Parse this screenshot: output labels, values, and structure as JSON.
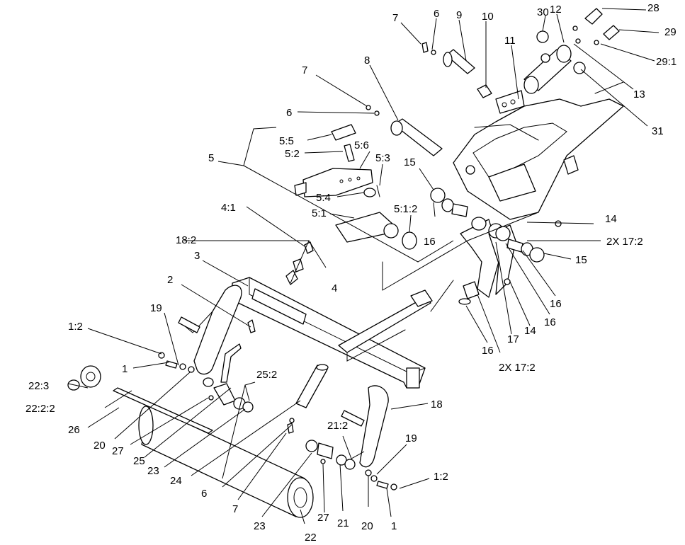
{
  "diagram": {
    "callouts": [
      {
        "id": "c-28",
        "text": "28"
      },
      {
        "id": "c-6a",
        "text": "6"
      },
      {
        "id": "c-7a",
        "text": "7"
      },
      {
        "id": "c-9",
        "text": "9"
      },
      {
        "id": "c-10",
        "text": "10"
      },
      {
        "id": "c-30",
        "text": "30"
      },
      {
        "id": "c-12",
        "text": "12"
      },
      {
        "id": "c-29",
        "text": "29"
      },
      {
        "id": "c-11",
        "text": "11"
      },
      {
        "id": "c-29-1",
        "text": "29:1"
      },
      {
        "id": "c-8",
        "text": "8"
      },
      {
        "id": "c-7b",
        "text": "7"
      },
      {
        "id": "c-13",
        "text": "13"
      },
      {
        "id": "c-6b",
        "text": "6"
      },
      {
        "id": "c-31",
        "text": "31"
      },
      {
        "id": "c-5-5",
        "text": "5:5"
      },
      {
        "id": "c-5-2",
        "text": "5:2"
      },
      {
        "id": "c-5-6",
        "text": "5:6"
      },
      {
        "id": "c-5",
        "text": "5"
      },
      {
        "id": "c-5-3",
        "text": "5:3"
      },
      {
        "id": "c-15a",
        "text": "15"
      },
      {
        "id": "c-5-4",
        "text": "5:4"
      },
      {
        "id": "c-4-1",
        "text": "4:1"
      },
      {
        "id": "c-5-1",
        "text": "5:1"
      },
      {
        "id": "c-5-1-2",
        "text": "5:1:2"
      },
      {
        "id": "c-14a",
        "text": "14"
      },
      {
        "id": "c-16a",
        "text": "16"
      },
      {
        "id": "c-18-2",
        "text": "18:2"
      },
      {
        "id": "c-2x-17-2a",
        "text": "2X 17:2"
      },
      {
        "id": "c-3",
        "text": "3"
      },
      {
        "id": "c-15b",
        "text": "15"
      },
      {
        "id": "c-4",
        "text": "4"
      },
      {
        "id": "c-2",
        "text": "2"
      },
      {
        "id": "c-16b",
        "text": "16"
      },
      {
        "id": "c-19a",
        "text": "19"
      },
      {
        "id": "c-16c",
        "text": "16"
      },
      {
        "id": "c-14b",
        "text": "14"
      },
      {
        "id": "c-1-2a",
        "text": "1:2"
      },
      {
        "id": "c-17",
        "text": "17"
      },
      {
        "id": "c-16d",
        "text": "16"
      },
      {
        "id": "c-1a",
        "text": "1"
      },
      {
        "id": "c-25-2",
        "text": "25:2"
      },
      {
        "id": "c-2x-17-2b",
        "text": "2X 17:2"
      },
      {
        "id": "c-22-3",
        "text": "22:3"
      },
      {
        "id": "c-18",
        "text": "18"
      },
      {
        "id": "c-22-2-2",
        "text": "22:2:2"
      },
      {
        "id": "c-26",
        "text": "26"
      },
      {
        "id": "c-21-2",
        "text": "21:2"
      },
      {
        "id": "c-19b",
        "text": "19"
      },
      {
        "id": "c-20a",
        "text": "20"
      },
      {
        "id": "c-27a",
        "text": "27"
      },
      {
        "id": "c-25",
        "text": "25"
      },
      {
        "id": "c-1-2b",
        "text": "1:2"
      },
      {
        "id": "c-23a",
        "text": "23"
      },
      {
        "id": "c-24",
        "text": "24"
      },
      {
        "id": "c-6c",
        "text": "6"
      },
      {
        "id": "c-7c",
        "text": "7"
      },
      {
        "id": "c-27b",
        "text": "27"
      },
      {
        "id": "c-21",
        "text": "21"
      },
      {
        "id": "c-20b",
        "text": "20"
      },
      {
        "id": "c-1b",
        "text": "1"
      },
      {
        "id": "c-23b",
        "text": "23"
      },
      {
        "id": "c-22",
        "text": "22"
      }
    ]
  }
}
